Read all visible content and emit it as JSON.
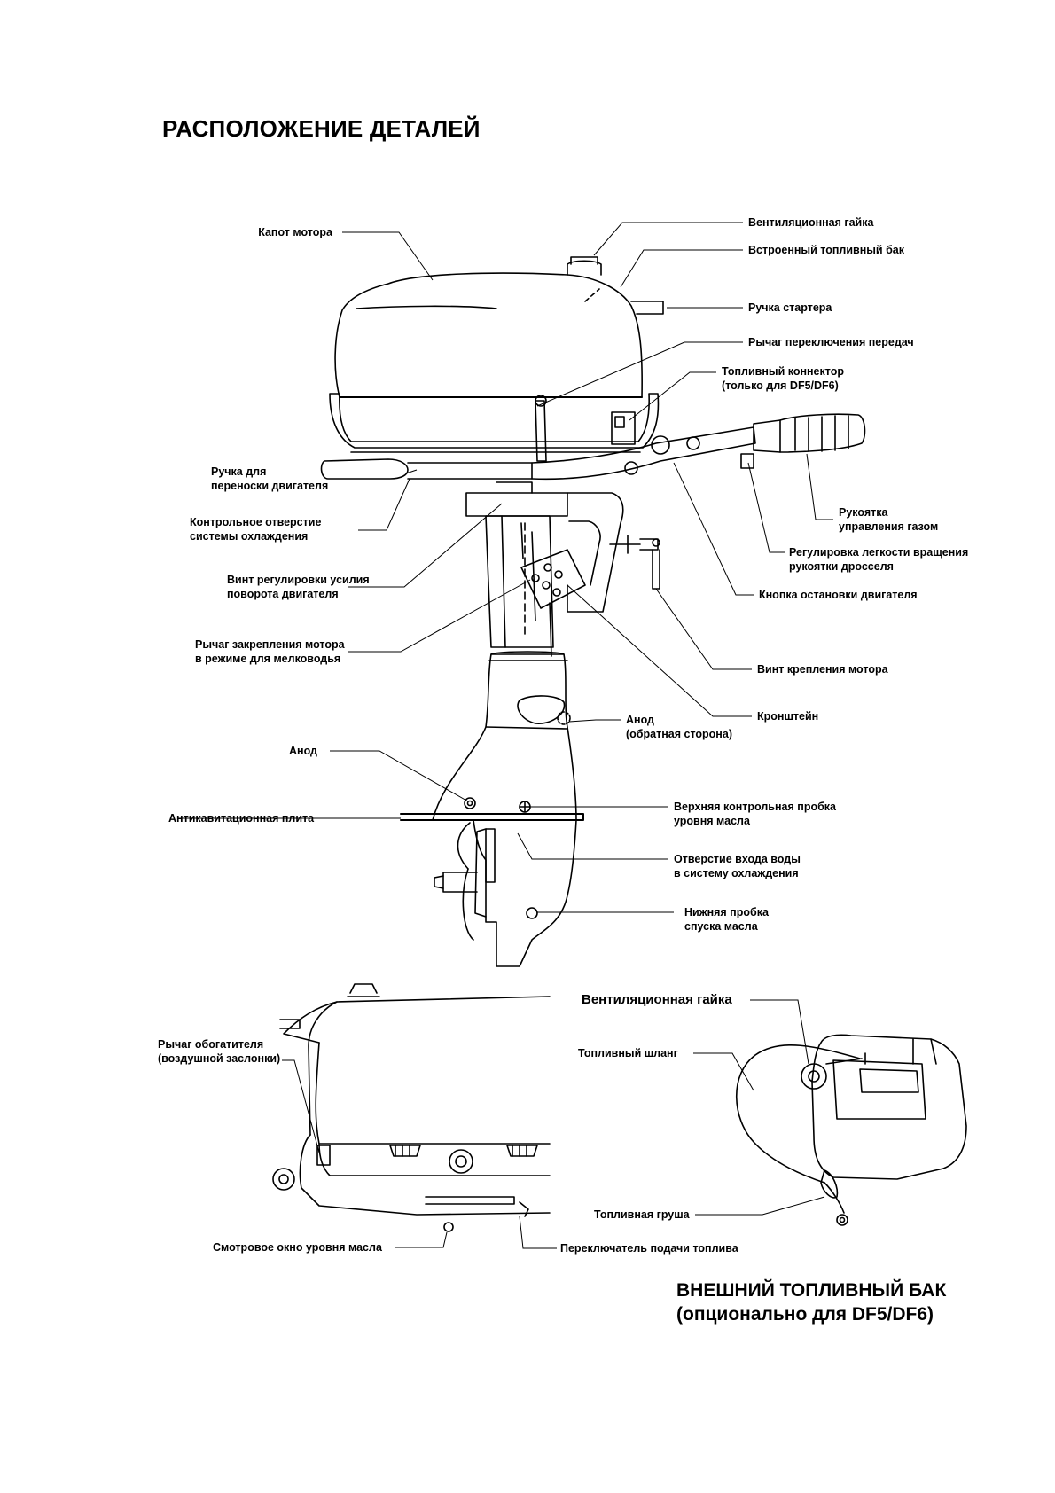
{
  "title": "РАСПОЛОЖЕНИЕ ДЕТАЛЕЙ",
  "labels": {
    "hood": "Капот мотора",
    "vent_nut": "Вентиляционная гайка",
    "builtin_tank": "Встроенный топливный бак",
    "starter_handle": "Ручка стартера",
    "shift_lever": "Рычаг переключения передач",
    "fuel_connector_1": "Топливный коннектор",
    "fuel_connector_2": "(только для DF5/DF6)",
    "carry_handle_1": "Ручка для",
    "carry_handle_2": "переноски двигателя",
    "cooling_check_1": "Контрольное отверстие",
    "cooling_check_2": "системы охлаждения",
    "steer_screw_1": "Винт регулировки усилия",
    "steer_screw_2": "поворота двигателя",
    "shallow_lever_1": "Рычаг закрепления мотора",
    "shallow_lever_2": "в режиме для мелководья",
    "throttle_grip_1": "Рукоятка",
    "throttle_grip_2": "управления газом",
    "throttle_friction_1": "Регулировка легкости вращения",
    "throttle_friction_2": "рукоятки дросселя",
    "stop_button": "Кнопка остановки двигателя",
    "clamp_screw": "Винт крепления мотора",
    "bracket": "Кронштейн",
    "anode_back_1": "Анод",
    "anode_back_2": "(обратная сторона)",
    "anode": "Анод",
    "anticav_plate": "Антикавитационная плита",
    "oil_upper_1": "Верхняя контрольная пробка",
    "oil_upper_2": "уровня масла",
    "water_intake_1": "Отверстие входа воды",
    "water_intake_2": "в систему охлаждения",
    "oil_drain_1": "Нижняя пробка",
    "oil_drain_2": "спуска масла",
    "choke_1": "Рычаг обогатителя",
    "choke_2": "(воздушной заслонки)",
    "oil_window": "Смотровое окно уровня масла",
    "fuel_switch": "Переключатель подачи топлива",
    "ext_vent_nut": "Вентиляционная гайка",
    "fuel_hose": "Топливный шланг",
    "primer_bulb": "Топливная груша"
  },
  "caption": {
    "line1": "ВНЕШНИЙ ТОПЛИВНЫЙ БАК",
    "line2": "(опционально для DF5/DF6)"
  }
}
